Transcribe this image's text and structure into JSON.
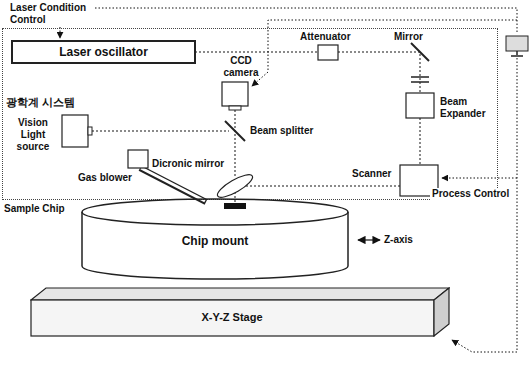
{
  "diagram": {
    "nodes": [
      {
        "text": [
          "광학계 시스템"
        ]
      },
      {
        "text": [
          "Laser oscillator"
        ],
        "in": 0
      },
      {
        "text": [
          "Chip mount"
        ]
      },
      {
        "text": [
          "X-Y-Z Stage"
        ]
      }
    ],
    "labels": [
      "Laser Condition Control",
      "Attenuator",
      "Mirror",
      "CCD camera",
      "Beam Expander",
      "Vision Light source",
      "Beam splitter",
      "Dicronic mirror",
      "Scanner",
      "Gas blower",
      "Sample Chip",
      "Z-axis",
      "Process Control"
    ]
  }
}
